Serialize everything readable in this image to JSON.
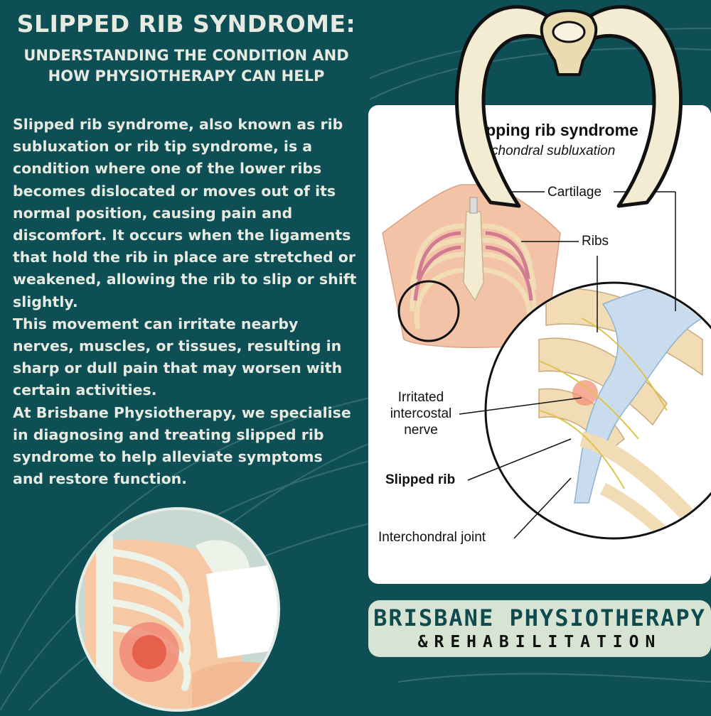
{
  "header": {
    "title": "SLIPPED RIB SYNDROME:",
    "subtitle_line1": "UNDERSTANDING THE CONDITION AND",
    "subtitle_line2": "HOW PHYSIOTHERAPY CAN HELP"
  },
  "body": {
    "paragraph1": "Slipped rib syndrome, also known as rib subluxation or rib tip syndrome, is a condition where one of the lower ribs becomes dislocated or moves out of its normal position, causing pain and discomfort. It occurs when the ligaments that hold the rib in place are stretched or weakened, allowing the rib to slip or shift slightly.",
    "paragraph2": "This movement can irritate nearby nerves, muscles, or tissues, resulting in sharp or dull pain that may worsen with certain activities.",
    "paragraph3": "At Brisbane Physiotherapy, we specialise in diagnosing and treating slipped rib syndrome to help alleviate symptoms and restore function."
  },
  "diagram": {
    "title": "Slipping rib syndrome",
    "subtitle": "Interchondral subluxation",
    "labels": {
      "cartilage": "Cartilage",
      "ribs": "Ribs",
      "irritated_line1": "Irritated",
      "irritated_line2": "intercostal",
      "irritated_line3": "nerve",
      "slipped_rib": "Slipped rib",
      "interchondral_joint": "Interchondral joint"
    }
  },
  "brand": {
    "name": "BRISBANE PHYSIOTHERAPY",
    "tagline": "&REHABILITATION"
  },
  "colors": {
    "background": "#0d4f55",
    "text_light": "#e6eae0",
    "brand_box": "#d7e3d3",
    "brand_text": "#0f4b4e"
  }
}
